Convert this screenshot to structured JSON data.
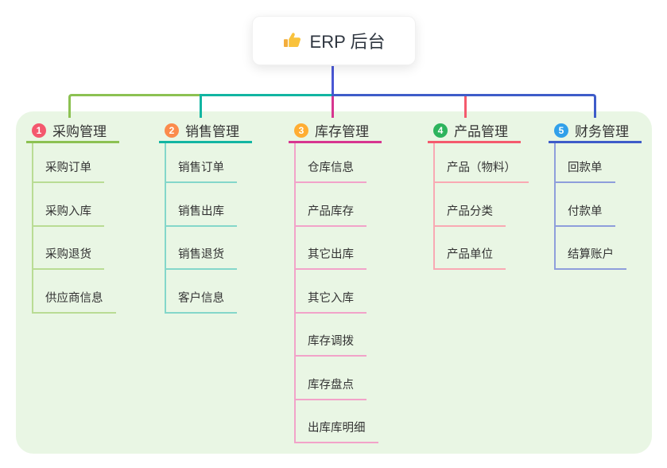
{
  "root": {
    "label": "ERP 后台",
    "icon": "thumbs-up-icon"
  },
  "branches": [
    {
      "num": "1",
      "label": "采购管理",
      "badge_color": "#f4586e",
      "main_color": "#8cc152",
      "light_color": "#b9dc94",
      "children": [
        "采购订单",
        "采购入库",
        "采购退货",
        "供应商信息"
      ]
    },
    {
      "num": "2",
      "label": "销售管理",
      "badge_color": "#fb8b4c",
      "main_color": "#12b5a2",
      "light_color": "#84d7ca",
      "children": [
        "销售订单",
        "销售出库",
        "销售退货",
        "客户信息"
      ]
    },
    {
      "num": "3",
      "label": "库存管理",
      "badge_color": "#ffad33",
      "main_color": "#d73690",
      "light_color": "#f2a3c9",
      "children": [
        "仓库信息",
        "产品库存",
        "其它出库",
        "其它入库",
        "库存调拨",
        "库存盘点",
        "出库库明细"
      ]
    },
    {
      "num": "4",
      "label": "产品管理",
      "badge_color": "#2db45d",
      "main_color": "#f45a6d",
      "light_color": "#f9a9b3",
      "children": [
        "产品（物料）",
        "产品分类",
        "产品单位"
      ]
    },
    {
      "num": "5",
      "label": "财务管理",
      "badge_color": "#31a0ea",
      "main_color": "#3e5cc9",
      "light_color": "#8e9edb",
      "children": [
        "回款单",
        "付款单",
        "结算账户"
      ]
    }
  ],
  "colors": {
    "canvas_bg": "#ffffff",
    "panel_bg": "#e9f6e4",
    "trunk": "#4a57d4",
    "text": "#333333",
    "icon_gold": "#f9c23c",
    "icon_gold_dark": "#f3ad3c"
  }
}
